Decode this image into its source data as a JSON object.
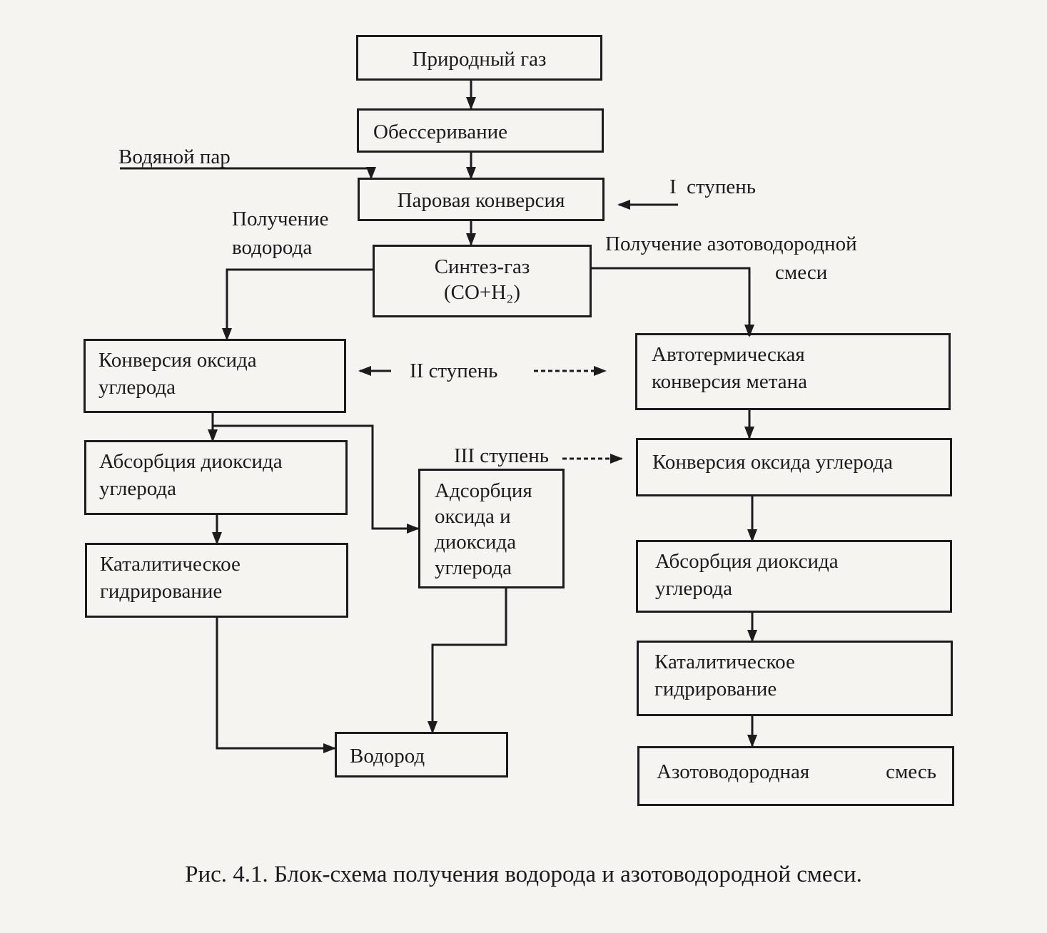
{
  "boxes": {
    "natural_gas": "Природный газ",
    "desulfurization": "Обессеривание",
    "steam_conversion": "Паровая конверсия",
    "syngas": {
      "line1": "Синтез-газ",
      "line2": "(CO+H₂)"
    },
    "co_conversion_left": {
      "line1": "Конверсия оксида",
      "line2": "углерода"
    },
    "co2_absorption_left": {
      "line1": "Абсорбция диоксида",
      "line2": "углерода"
    },
    "catalytic_hydro_left": {
      "line1": "Каталитическое",
      "line2": "гидрирование"
    },
    "adsorption": {
      "line1": "Адсорбция",
      "line2": "оксида и",
      "line3": "диоксида",
      "line4": "углерода"
    },
    "hydrogen": "Водород",
    "autothermal": {
      "line1": "Автотермическая",
      "line2": "конверсия метана"
    },
    "co_conversion_right": "Конверсия оксида углерода",
    "co2_absorption_right": {
      "line1": "Абсорбция диоксида",
      "line2": "углерода"
    },
    "catalytic_hydro_right": {
      "line1": "Каталитическое",
      "line2": "гидрирование"
    },
    "nh_mixture": {
      "part1": "Азотоводородная",
      "part2": "смесь"
    }
  },
  "labels": {
    "water_steam": "Водяной пар",
    "stage1": "I  ступень",
    "hydrogen_production": {
      "line1": "Получение",
      "line2": "водорода"
    },
    "nh_production": {
      "line1": "Получение азотоводородной",
      "line2": "смеси"
    },
    "stage2": "II ступень",
    "stage3": "III ступень"
  },
  "caption": "Рис. 4.1. Блок-схема получения водорода и азотоводородной смеси."
}
